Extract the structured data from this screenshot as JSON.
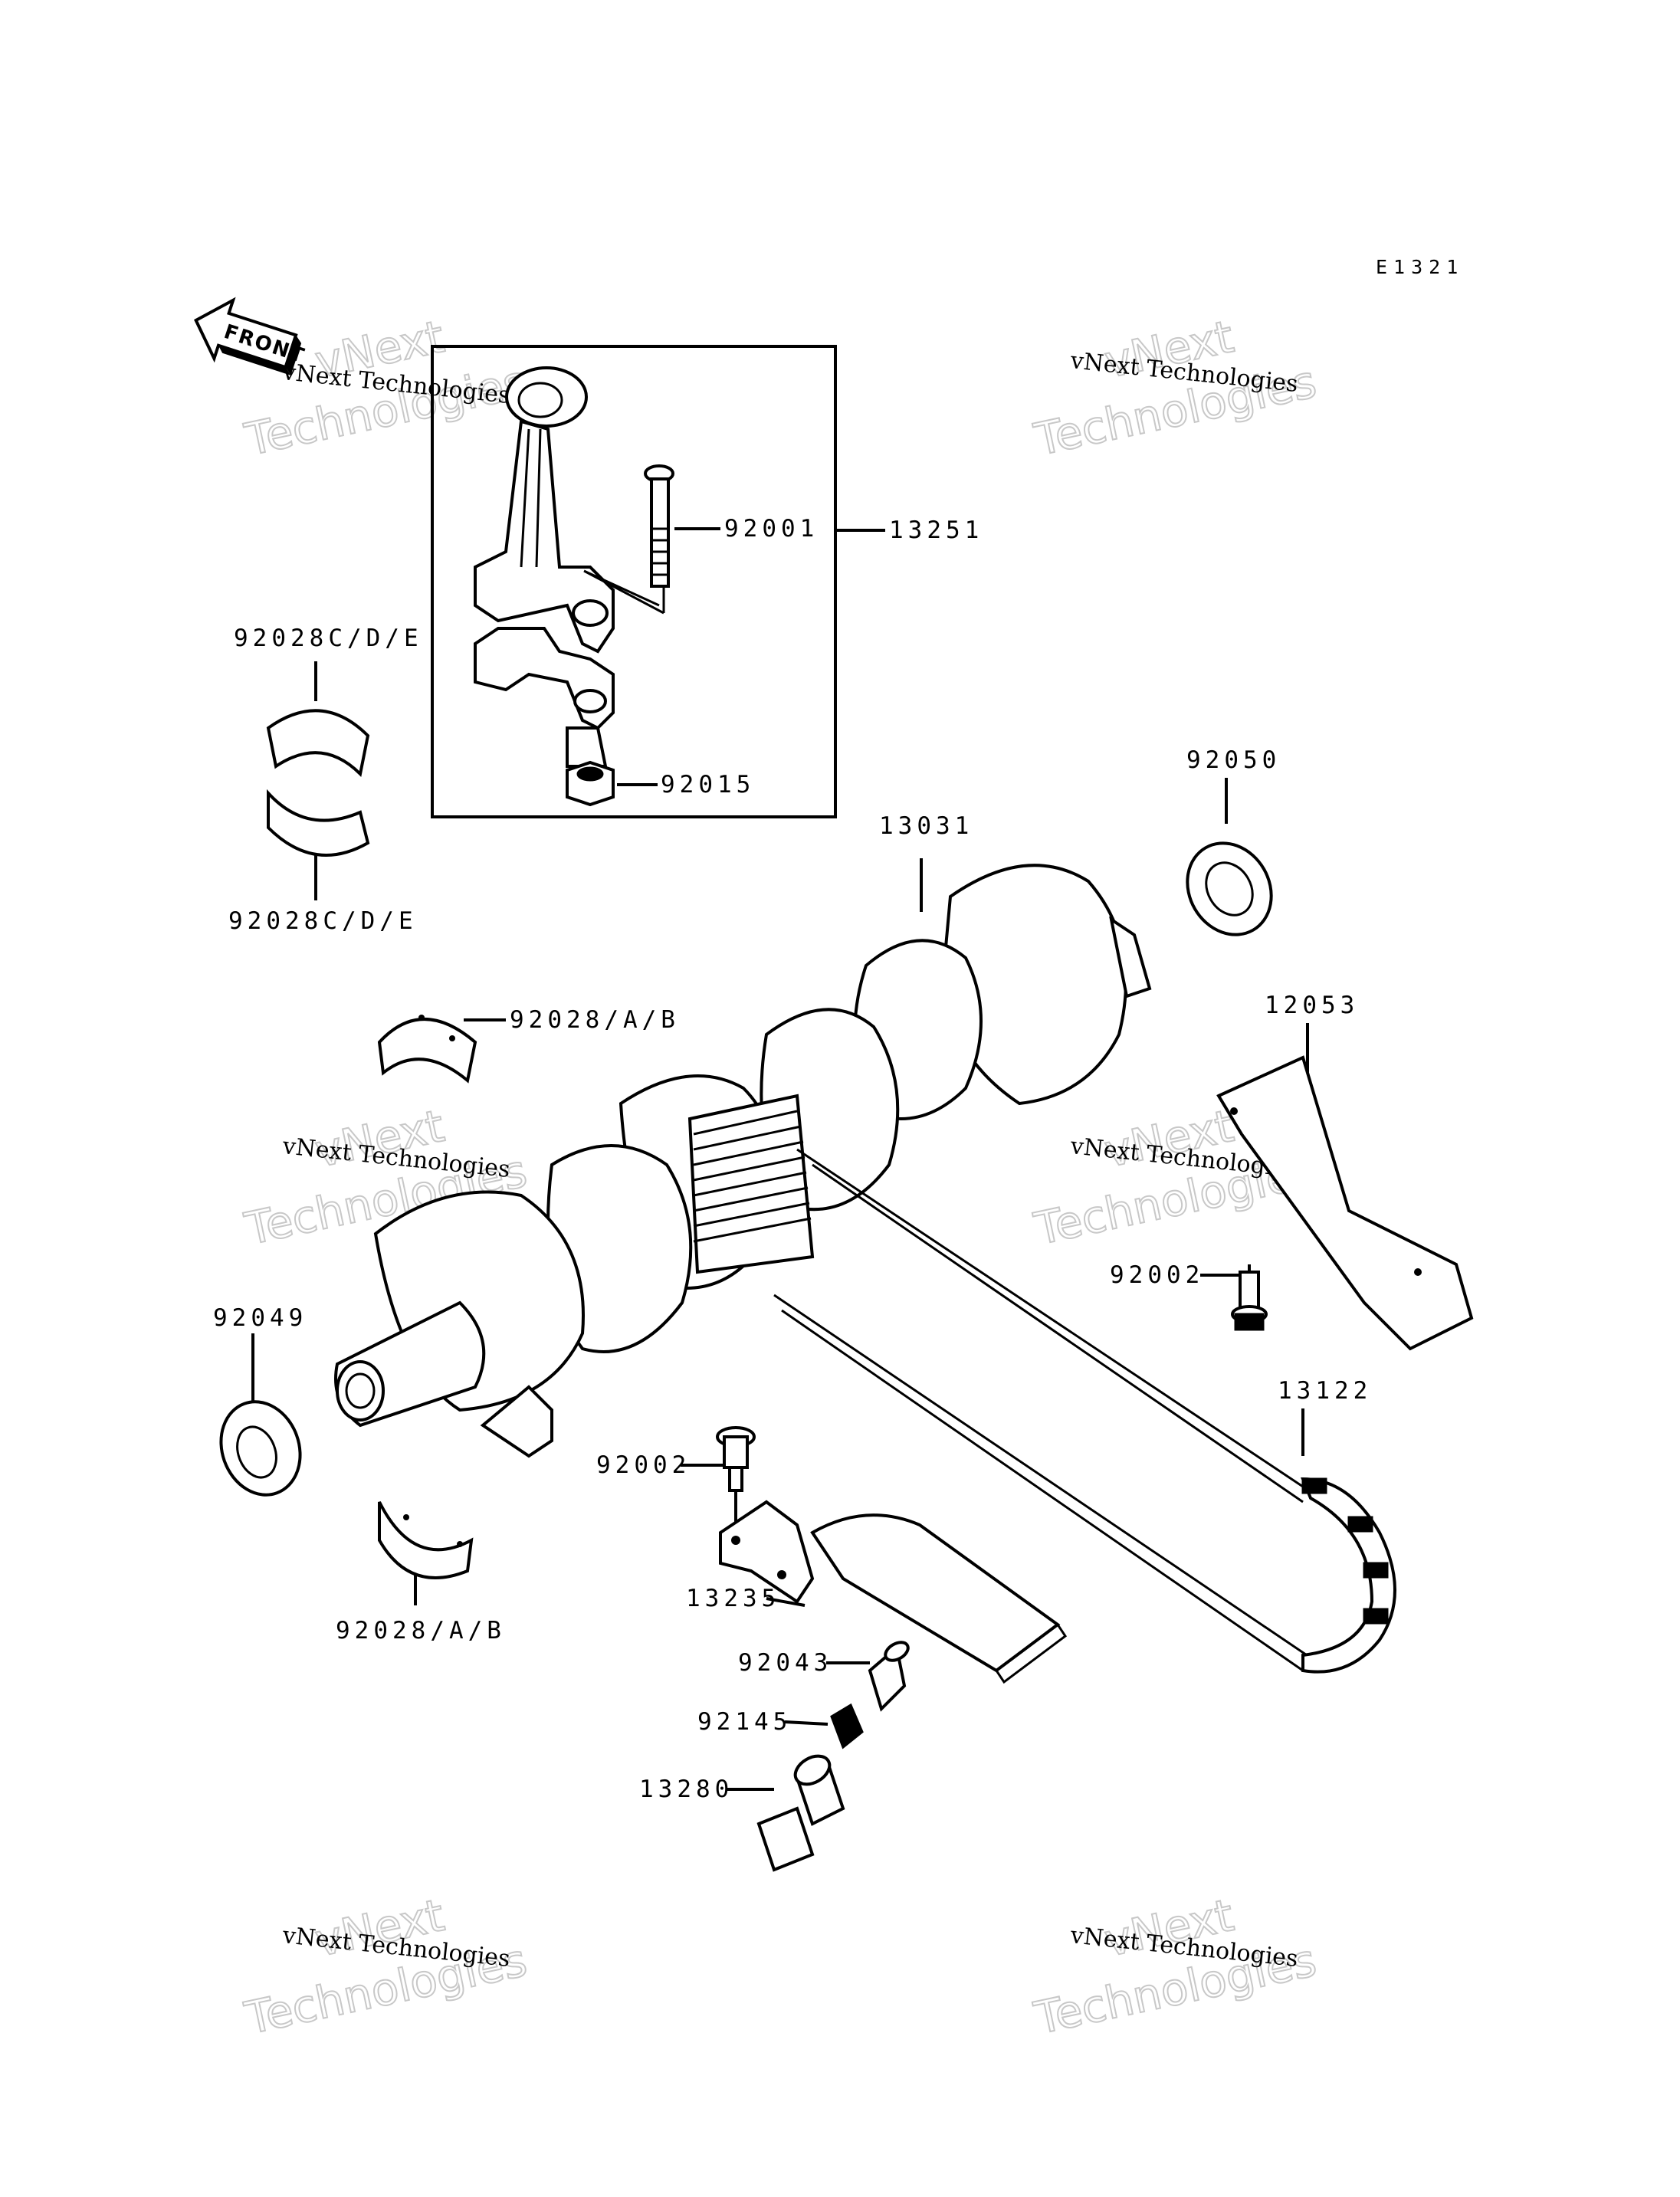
{
  "ref_code": "E1321",
  "front_label": "FRONT",
  "watermark": {
    "line1": "vNext",
    "line2": "Technologies",
    "small": "vNext Technologies"
  },
  "parts": {
    "p13251": "13251",
    "p92001": "92001",
    "p92015": "92015",
    "p92028cde_top": "92028C/D/E",
    "p92028cde_bottom": "92028C/D/E",
    "p92050": "92050",
    "p13031": "13031",
    "p12053": "12053",
    "p92028ab_top": "92028/A/B",
    "p92002_right": "92002",
    "p92049": "92049",
    "p13122": "13122",
    "p92002_left": "92002",
    "p13235": "13235",
    "p92028ab_bottom": "92028/A/B",
    "p92043": "92043",
    "p92145": "92145",
    "p13280": "13280"
  }
}
